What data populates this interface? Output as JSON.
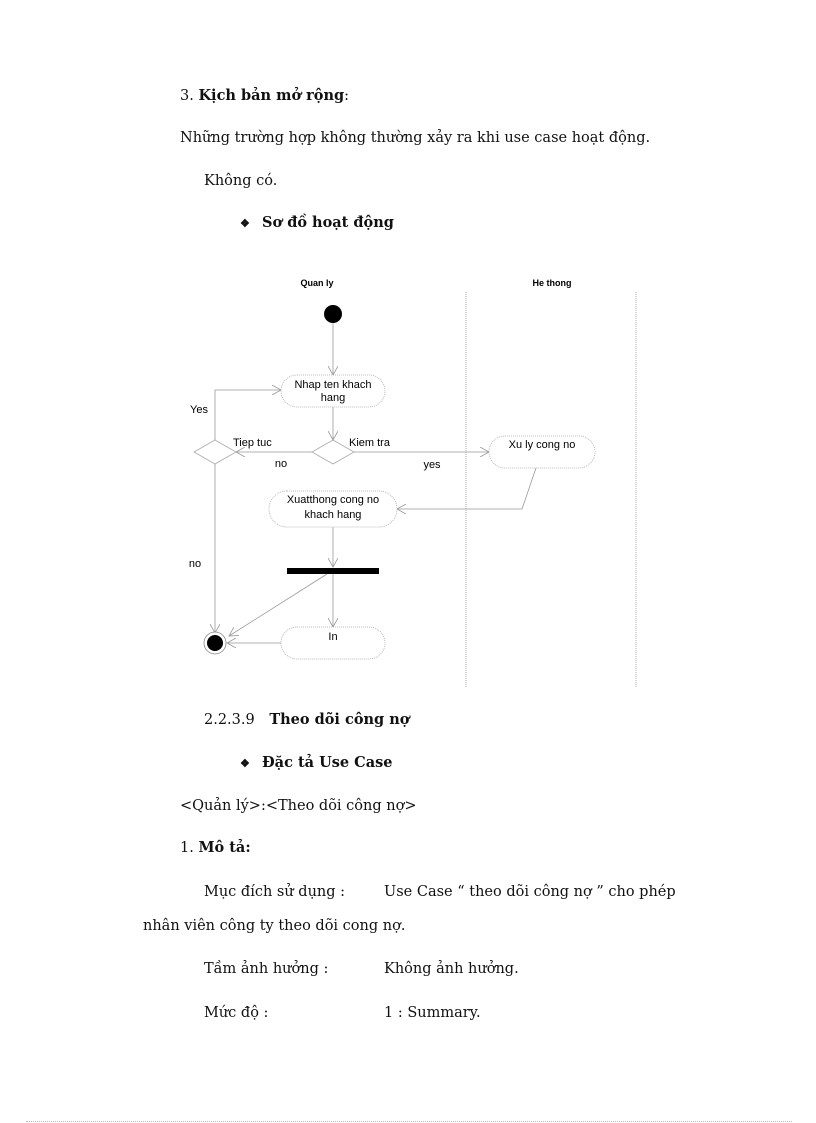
{
  "section3": {
    "number": "3.",
    "title": "Kịch bản mở rộng",
    "suffix": ":",
    "description": "Những trường hợp không thường xảy ra khi use case hoạt động.",
    "value": "Không có."
  },
  "activity_heading": {
    "bullet": "❖",
    "label": "Sơ đồ hoạt động"
  },
  "diagram": {
    "lanes": [
      "Quan ly",
      "He thong"
    ],
    "nodes": {
      "nhap_ten": [
        "Nhap ten khach",
        "hang"
      ],
      "xu_ly": "Xu ly cong no",
      "xuat": [
        "Xuatthong cong no",
        "khach hang"
      ],
      "in": "In"
    },
    "labels": {
      "yes_upper": "Yes",
      "tiep_tuc": "Tiep tuc",
      "kiem_tra": "Kiem tra",
      "no_mid": "no",
      "yes_mid": "yes",
      "no_lower": "no"
    }
  },
  "subsection": {
    "number": "2.2.3.9",
    "title": "Theo dõi công nợ"
  },
  "usecase_heading": {
    "bullet": "❖",
    "label": "Đặc tả Use Case"
  },
  "usecase_ref": "<Quản lý>:<Theo dõi công nợ>",
  "section1": {
    "number": "1.",
    "title": "Mô tả:"
  },
  "fields": [
    {
      "label": "Mục đích sử dụng :",
      "value": "Use Case “ theo dõi công nợ ” cho phép",
      "continuation": "nhân viên công ty theo dõi cong nợ."
    },
    {
      "label": "Tầm ảnh hưởng :",
      "value": "Không ảnh hưởng."
    },
    {
      "label": "Mức độ :",
      "value": "1 :  Summary."
    }
  ]
}
